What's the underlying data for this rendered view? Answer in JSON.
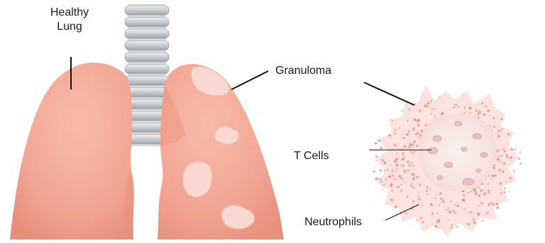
{
  "labels": {
    "healthy_line1": "Healthy",
    "healthy_line2": "Lung",
    "granuloma": "Granuloma",
    "t_cells": "T Cells",
    "neutrophils": "Neutrophils"
  },
  "colors": {
    "lung_fill": "#f2a592",
    "lung_shadow": "#e08f7b",
    "lesion_fill": "#f8d8d1",
    "trachea_ring": "#c9ccce",
    "granuloma_fill": "#fbe4df",
    "granuloma_core": "#f7ede8",
    "neutrophil_dot": "#f08c7c",
    "cell_fill": "#e7c1c4",
    "leader_line": "#111111"
  },
  "icons": {
    "healthy_lung": "healthy-lung-icon",
    "infected_lung": "infected-lung-icon",
    "trachea": "trachea-icon",
    "granuloma_cluster": "granuloma-cluster-icon"
  }
}
